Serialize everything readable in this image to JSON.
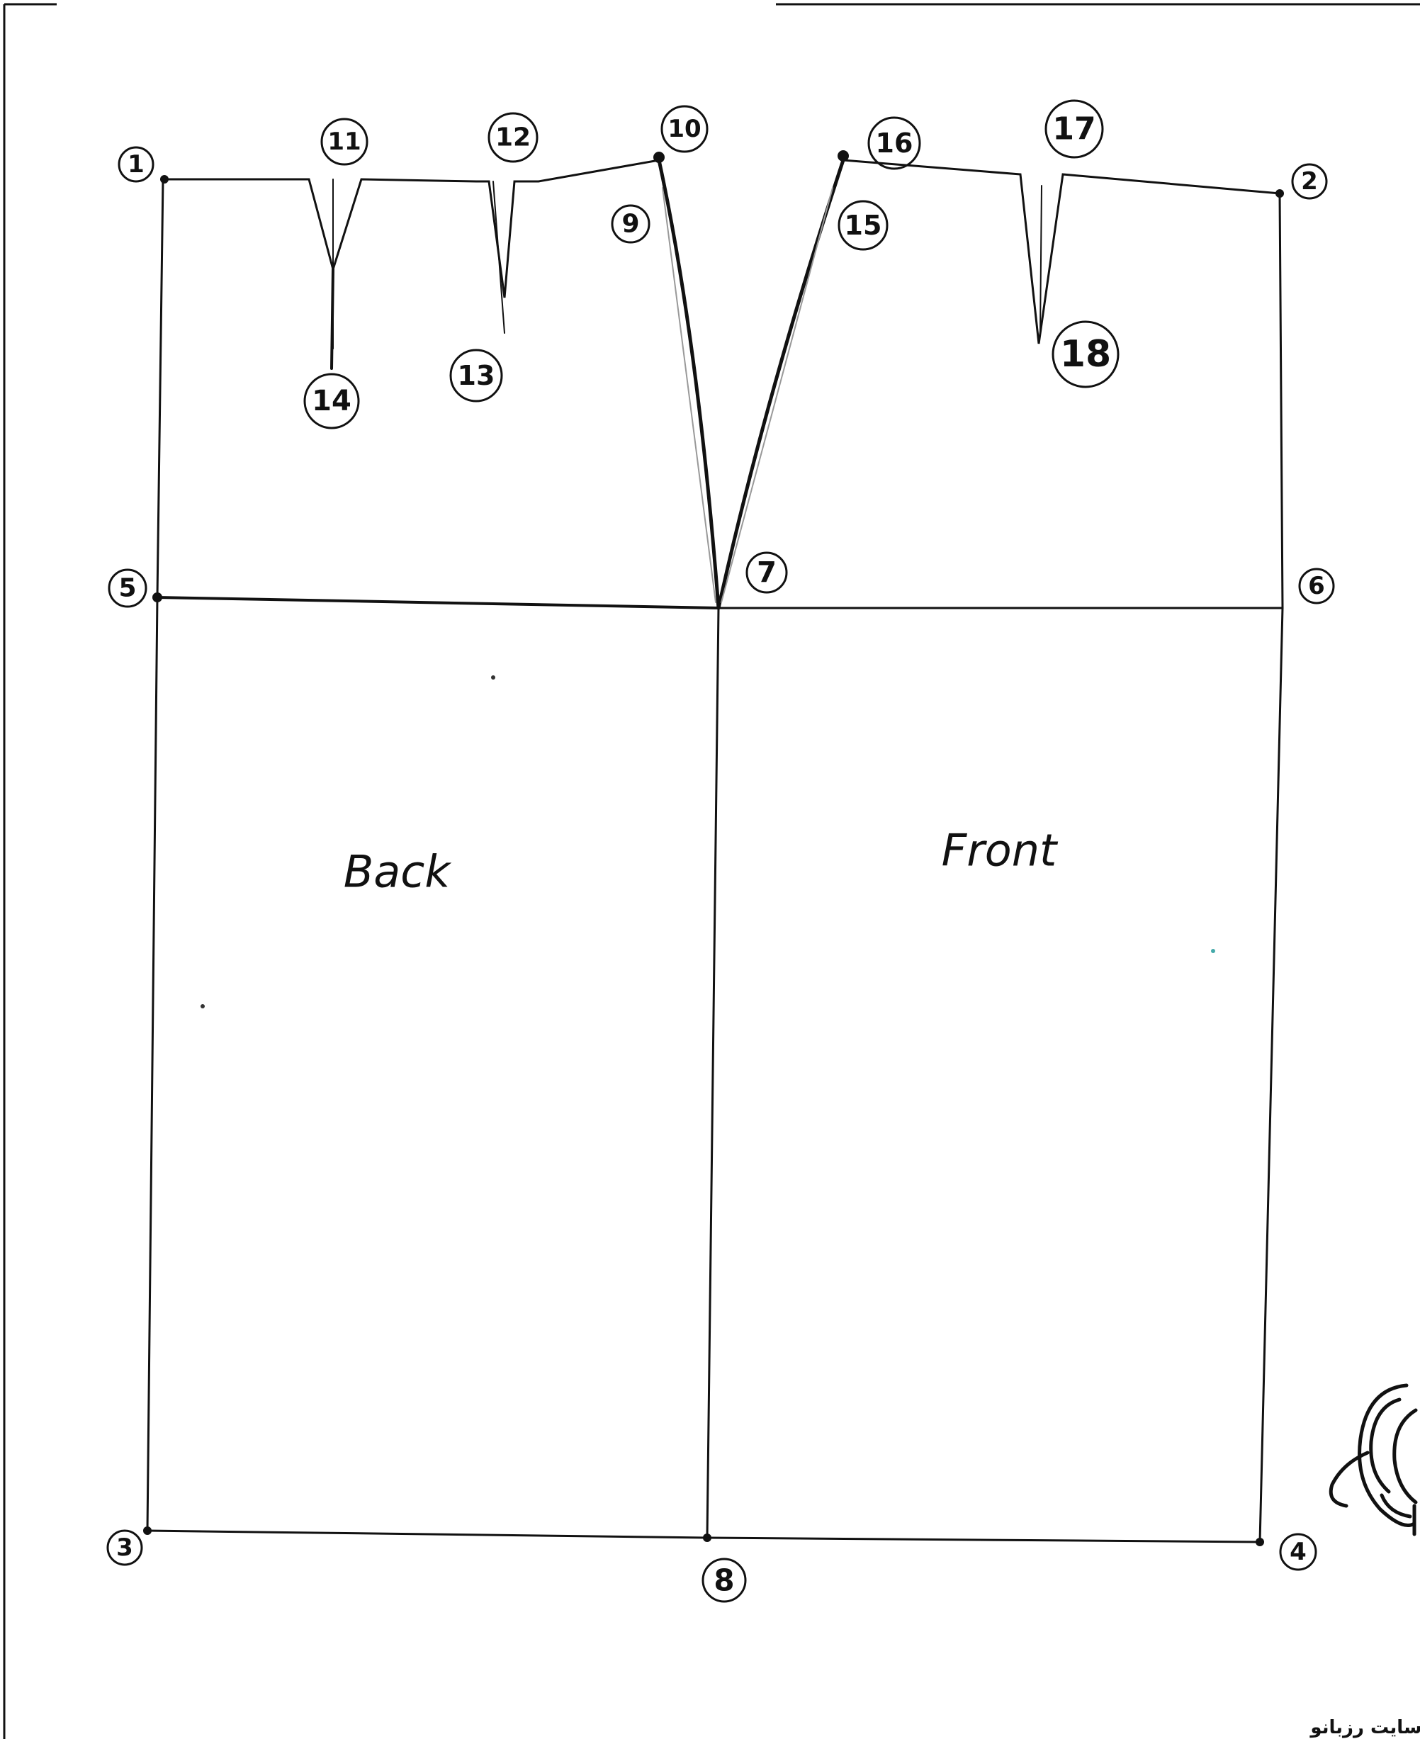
{
  "diagram": {
    "panels": {
      "back": "Back",
      "front": "Front"
    },
    "points": [
      "1",
      "2",
      "3",
      "4",
      "5",
      "6",
      "7",
      "8",
      "9",
      "10",
      "11",
      "12",
      "13",
      "14",
      "15",
      "16",
      "17",
      "18"
    ],
    "logo_text": "سایت رزبانو",
    "ink_color": "#111111",
    "paper_color": "#ffffff"
  }
}
